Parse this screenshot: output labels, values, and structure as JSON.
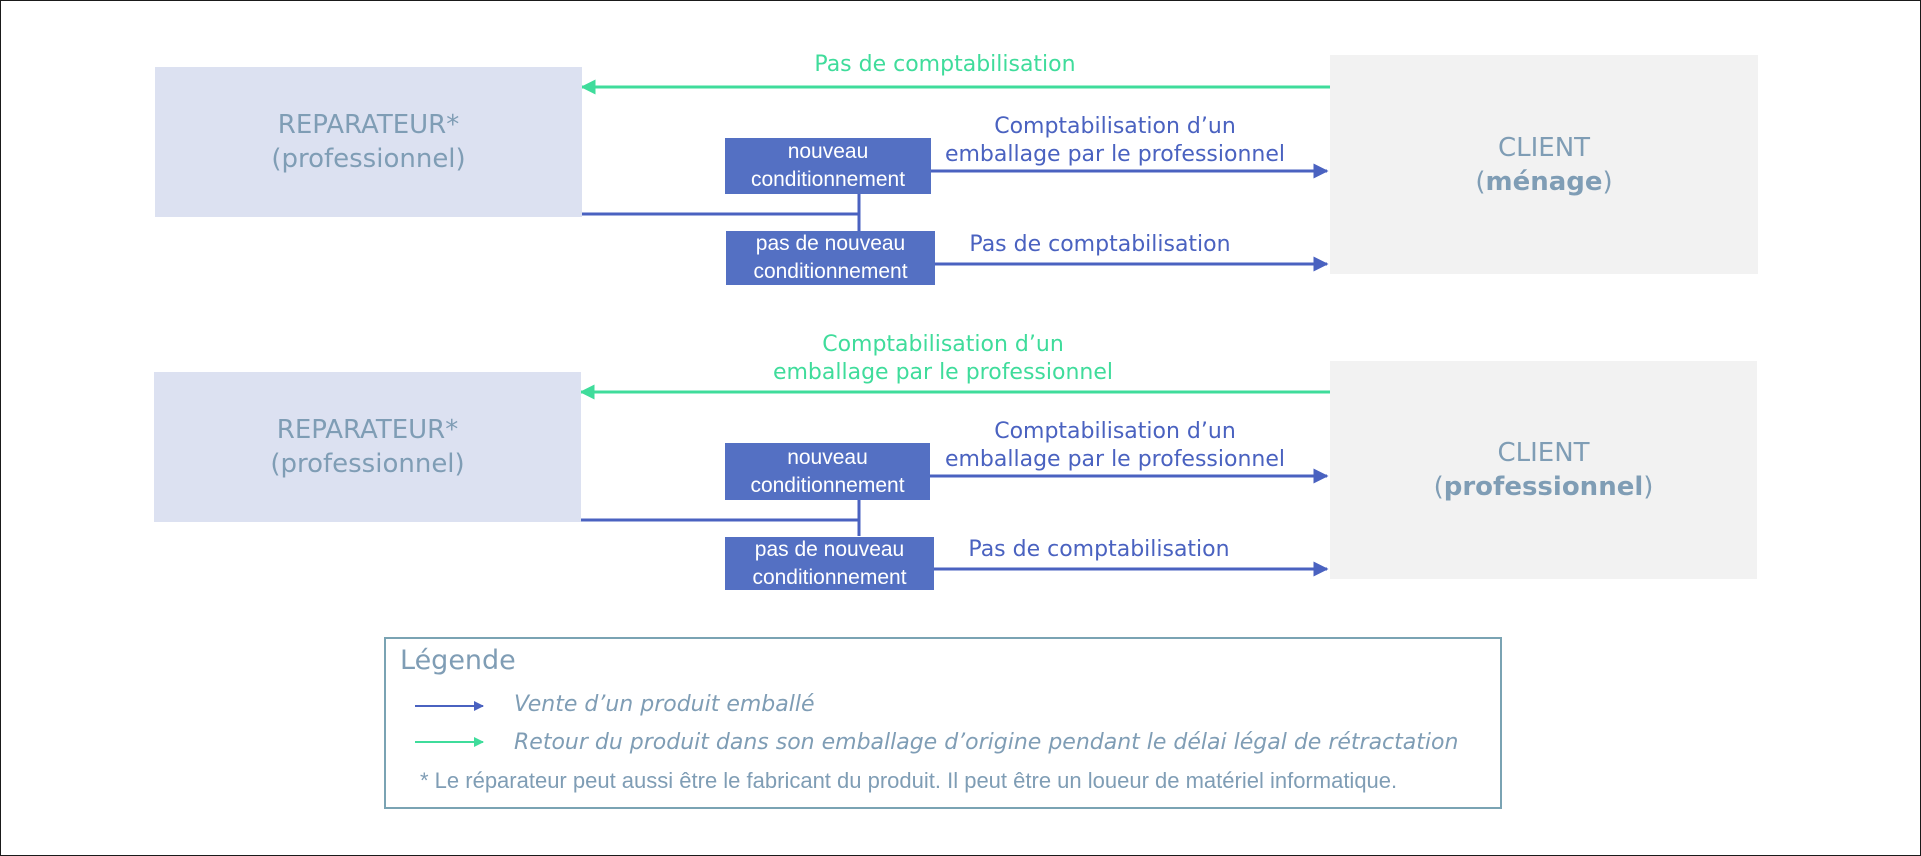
{
  "colors": {
    "sale_arrow": "#4a62c0",
    "return_arrow": "#3fdc9b",
    "repairer_box": "#dce1f1",
    "client_box": "#f2f2f2",
    "tag_box": "#5470c3",
    "box_text": "#7f9db5"
  },
  "top": {
    "repairer": {
      "line1": "REPARATEUR*",
      "line2": "(professionnel)"
    },
    "client": {
      "open": "(",
      "bold": "ménage",
      "close": ")",
      "line1": "CLIENT"
    },
    "return_label": "Pas de comptabilisation",
    "tag_new": {
      "line1": "nouveau",
      "line2": "conditionnement"
    },
    "tag_none": {
      "line1": "pas de nouveau",
      "line2": "conditionnement"
    },
    "new_label": {
      "line1": "Comptabilisation d’un",
      "line2": "emballage par le professionnel"
    },
    "none_label": "Pas de comptabilisation"
  },
  "bottom": {
    "repairer": {
      "line1": "REPARATEUR*",
      "line2": "(professionnel)"
    },
    "client": {
      "open": "(",
      "bold": "professionnel",
      "close": ")",
      "line1": "CLIENT"
    },
    "return_label": {
      "line1": "Comptabilisation d’un",
      "line2": "emballage par le professionnel"
    },
    "tag_new": {
      "line1": "nouveau",
      "line2": "conditionnement"
    },
    "tag_none": {
      "line1": "pas de nouveau",
      "line2": "conditionnement"
    },
    "new_label": {
      "line1": "Comptabilisation d’un",
      "line2": "emballage par le professionnel"
    },
    "none_label": "Pas de comptabilisation"
  },
  "legend": {
    "title": "Légende",
    "sale": "Vente d’un produit emballé",
    "return": "Retour du produit dans son emballage d’origine pendant le délai légal de rétractation",
    "note": "* Le réparateur peut aussi être le fabricant du produit. Il peut être un loueur de matériel informatique."
  }
}
